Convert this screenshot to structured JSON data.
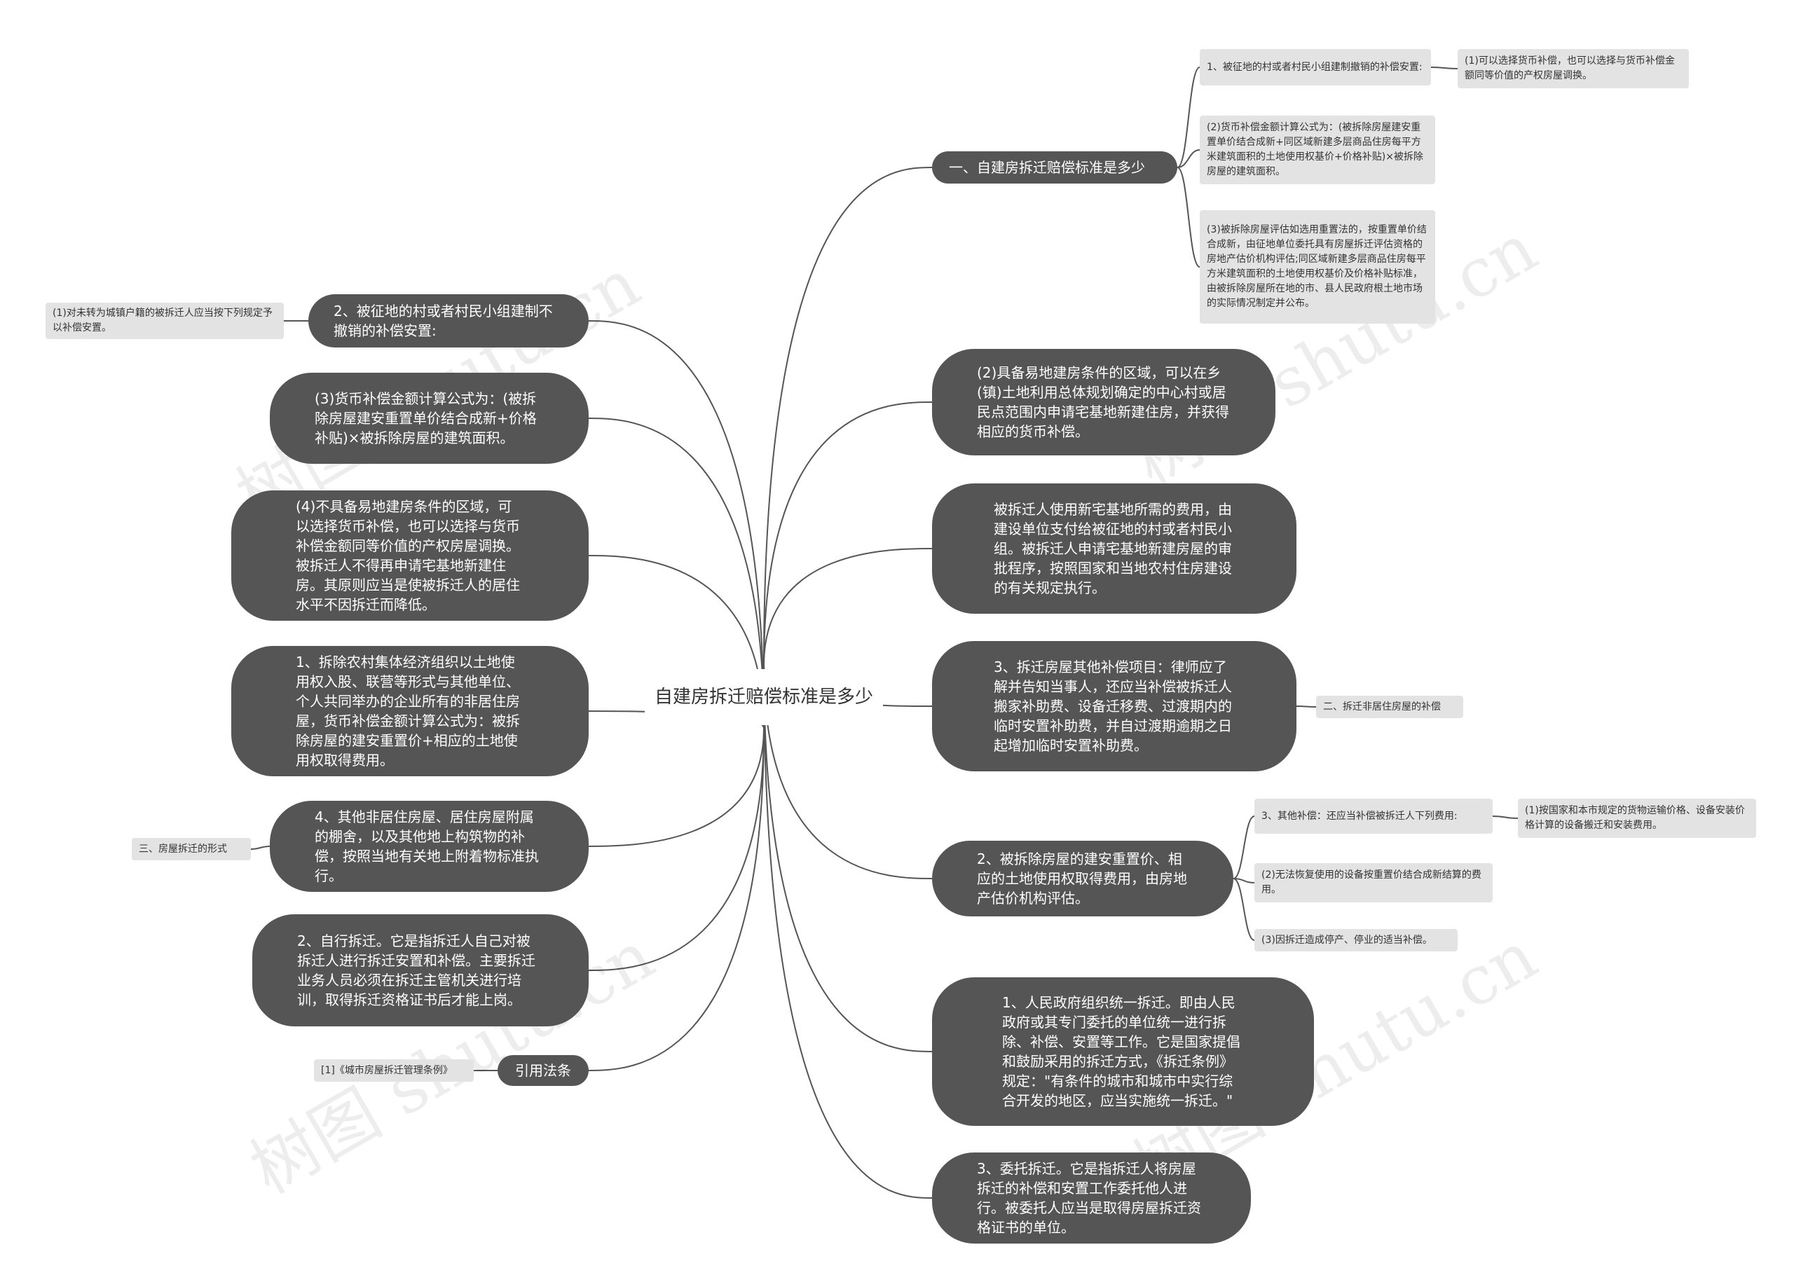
{
  "root": "自建房拆迁赔偿标准是多少",
  "right": {
    "s1": {
      "label": "一、自建房拆迁赔偿标准是多少",
      "c1": "1、被征地的村或者村民小组建制撤销的补偿安置:",
      "c1a": "(1)可以选择货币补偿，也可以选择与货币补偿金额同等价值的产权房屋调换。",
      "c2": "(2)货币补偿金额计算公式为：(被拆除房屋建安重置单价结合成新+同区域新建多层商品住房每平方米建筑面积的土地使用权基价+价格补贴)×被拆除房屋的建筑面积。",
      "c3": "(3)被拆除房屋评估如选用重置法的，按重置单价结合成新，由征地单位委托具有房屋拆迁评估资格的房地产估价机构评估;同区域新建多层商品住房每平方米建筑面积的土地使用权基价及价格补贴标准，由被拆除房屋所在地的市、县人民政府根土地市场的实际情况制定并公布。"
    },
    "n2": "(2)具备易地建房条件的区域，可以在乡(镇)土地利用总体规划确定的中心村或居民点范围内申请宅基地新建住房，并获得相应的货币补偿。",
    "n3": "被拆迁人使用新宅基地所需的费用，由建设单位支付给被征地的村或者村民小组。被拆迁人申请宅基地新建房屋的审批程序，按照国家和当地农村住房建设的有关规定执行。",
    "n4": {
      "label": "3、拆迁房屋其他补偿项目：律师应了解并告知当事人，还应当补偿被拆迁人搬家补助费、设备迁移费、过渡期内的临时安置补助费，并自过渡期逾期之日起增加临时安置补助费。",
      "c1": "二、拆迁非居住房屋的补偿"
    },
    "n5": {
      "label": "2、被拆除房屋的建安重置价、相应的土地使用权取得费用，由房地产估价机构评估。",
      "c1": "3、其他补偿：还应当补偿被拆迁人下列费用:",
      "c1a": "(1)按国家和本市规定的货物运输价格、设备安装价格计算的设备搬迁和安装费用。",
      "c2": "(2)无法恢复使用的设备按重置价结合成新结算的费用。",
      "c3": "(3)因拆迁造成停产、停业的适当补偿。"
    },
    "n6": "1、人民政府组织统一拆迁。即由人民政府或其专门委托的单位统一进行拆除、补偿、安置等工作。它是国家提倡和鼓励采用的拆迁方式，《拆迁条例》规定：\"有条件的城市和城市中实行综合开发的地区，应当实施统一拆迁。\"",
    "n7": "3、委托拆迁。它是指拆迁人将房屋拆迁的补偿和安置工作委托他人进行。被委托人应当是取得房屋拆迁资格证书的单位。"
  },
  "left": {
    "n1": {
      "label": "2、被征地的村或者村民小组建制不撤销的补偿安置:",
      "c1": "(1)对未转为城镇户籍的被拆迁人应当按下列规定予以补偿安置。"
    },
    "n2": "(3)货币补偿金额计算公式为：(被拆除房屋建安重置单价结合成新+价格补贴)×被拆除房屋的建筑面积。",
    "n3": "(4)不具备易地建房条件的区域，可以选择货币补偿，也可以选择与货币补偿金额同等价值的产权房屋调换。被拆迁人不得再申请宅基地新建住房。其原则应当是使被拆迁人的居住水平不因拆迁而降低。",
    "n4": "1、拆除农村集体经济组织以土地使用权入股、联营等形式与其他单位、个人共同举办的企业所有的非居住房屋，货币补偿金额计算公式为：被拆除房屋的建安重置价+相应的土地使用权取得费用。",
    "n5": {
      "label": "4、其他非居住房屋、居住房屋附属的棚舍，以及其他地上构筑物的补偿，按照当地有关地上附着物标准执行。",
      "c1": "三、房屋拆迁的形式"
    },
    "n6": "2、自行拆迁。它是指拆迁人自己对被拆迁人进行拆迁安置和补偿。主要拆迁业务人员必须在拆迁主管机关进行培训，取得拆迁资格证书后才能上岗。",
    "n7": {
      "label": "引用法条",
      "c1": "[1]《城市房屋拆迁管理条例》"
    }
  },
  "watermark": "树图 shutu.cn",
  "colors": {
    "node_dark": "#555555",
    "node_light": "#e3e3e3",
    "line": "#555555",
    "text_dark": "#333333",
    "text_light": "#ffffff"
  }
}
